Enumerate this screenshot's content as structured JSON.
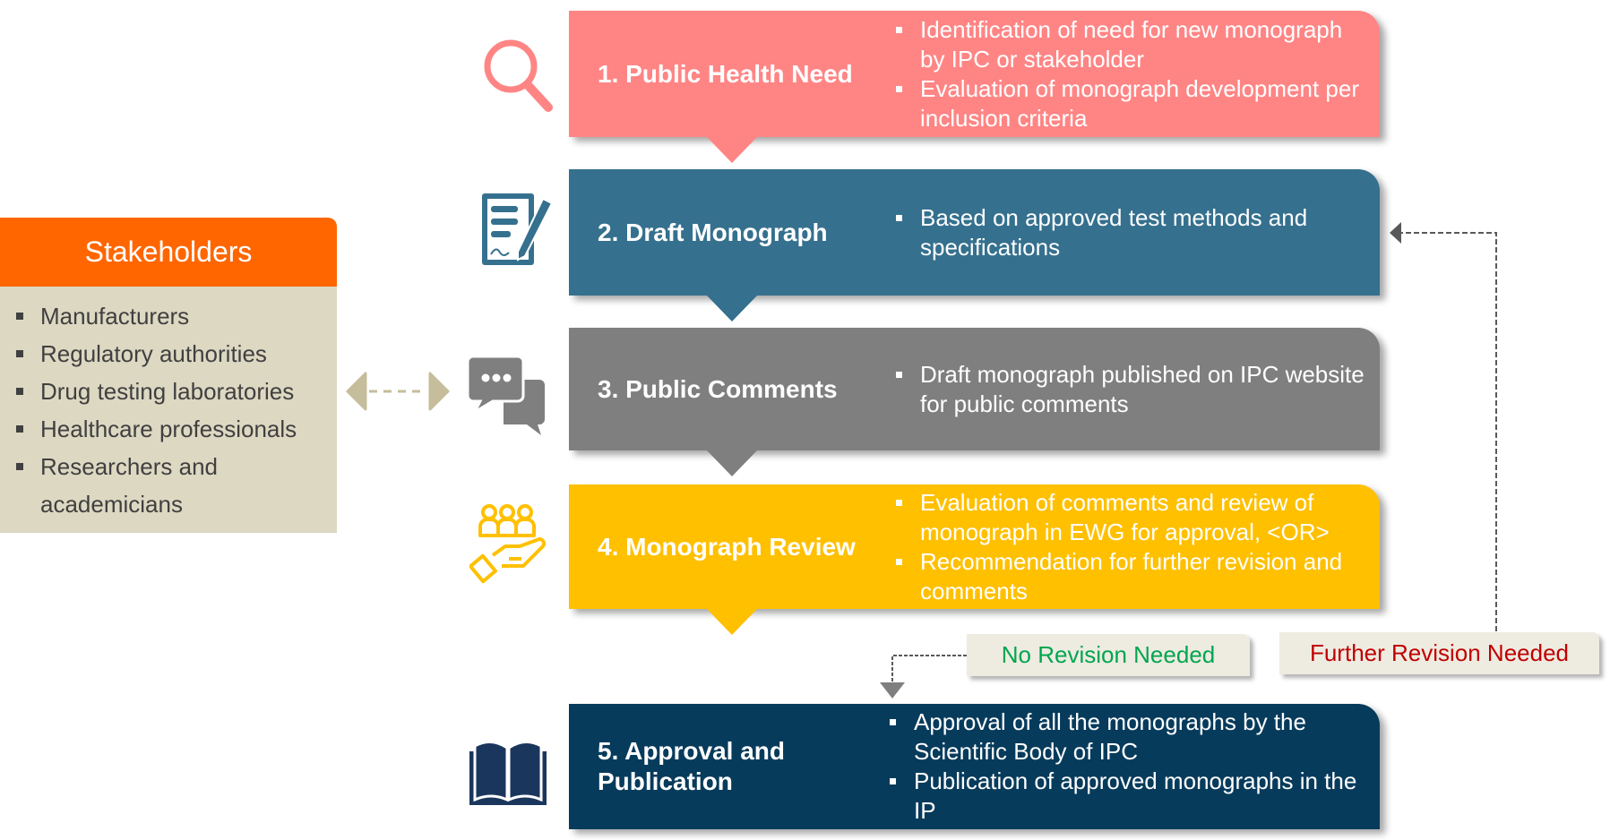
{
  "stakeholders": {
    "title": "Stakeholders",
    "items": [
      "Manufacturers",
      "Regulatory authorities",
      "Drug testing laboratories",
      "Healthcare professionals",
      "Researchers and academicians"
    ]
  },
  "steps": [
    {
      "title": "1. Public Health Need",
      "icon": "magnifier-icon",
      "color": "#ff8585",
      "bullets": [
        "Identification of need for new monograph by IPC or stakeholder",
        "Evaluation of monograph development per inclusion criteria"
      ]
    },
    {
      "title": "2. Draft Monograph",
      "icon": "document-pen-icon",
      "color": "#35708e",
      "bullets": [
        "Based on approved test methods and specifications"
      ]
    },
    {
      "title": "3. Public Comments",
      "icon": "chat-bubbles-icon",
      "color": "#7f7f7f",
      "bullets": [
        "Draft monograph published on IPC website for public comments"
      ]
    },
    {
      "title": "4. Monograph Review",
      "icon": "people-hand-icon",
      "color": "#ffc000",
      "bullets": [
        "Evaluation of comments and review of monograph in EWG for approval, <OR>",
        "Recommendation for further revision and comments"
      ]
    },
    {
      "title": "5. Approval and Publication",
      "icon": "open-book-icon",
      "color": "#073b5c",
      "bullets": [
        "Approval of all the monographs by the Scientific Body of IPC",
        "Publication of approved monographs in the IP"
      ]
    }
  ],
  "decisions": {
    "no_revision": {
      "label": "No Revision Needed",
      "color": "#00a64f"
    },
    "further_revision": {
      "label": "Further Revision Needed",
      "color": "#c00000"
    }
  },
  "colors": {
    "stakeholder_header": "#ff6600",
    "stakeholder_body": "#ddd8c2",
    "connector": "#c5bd9b"
  }
}
